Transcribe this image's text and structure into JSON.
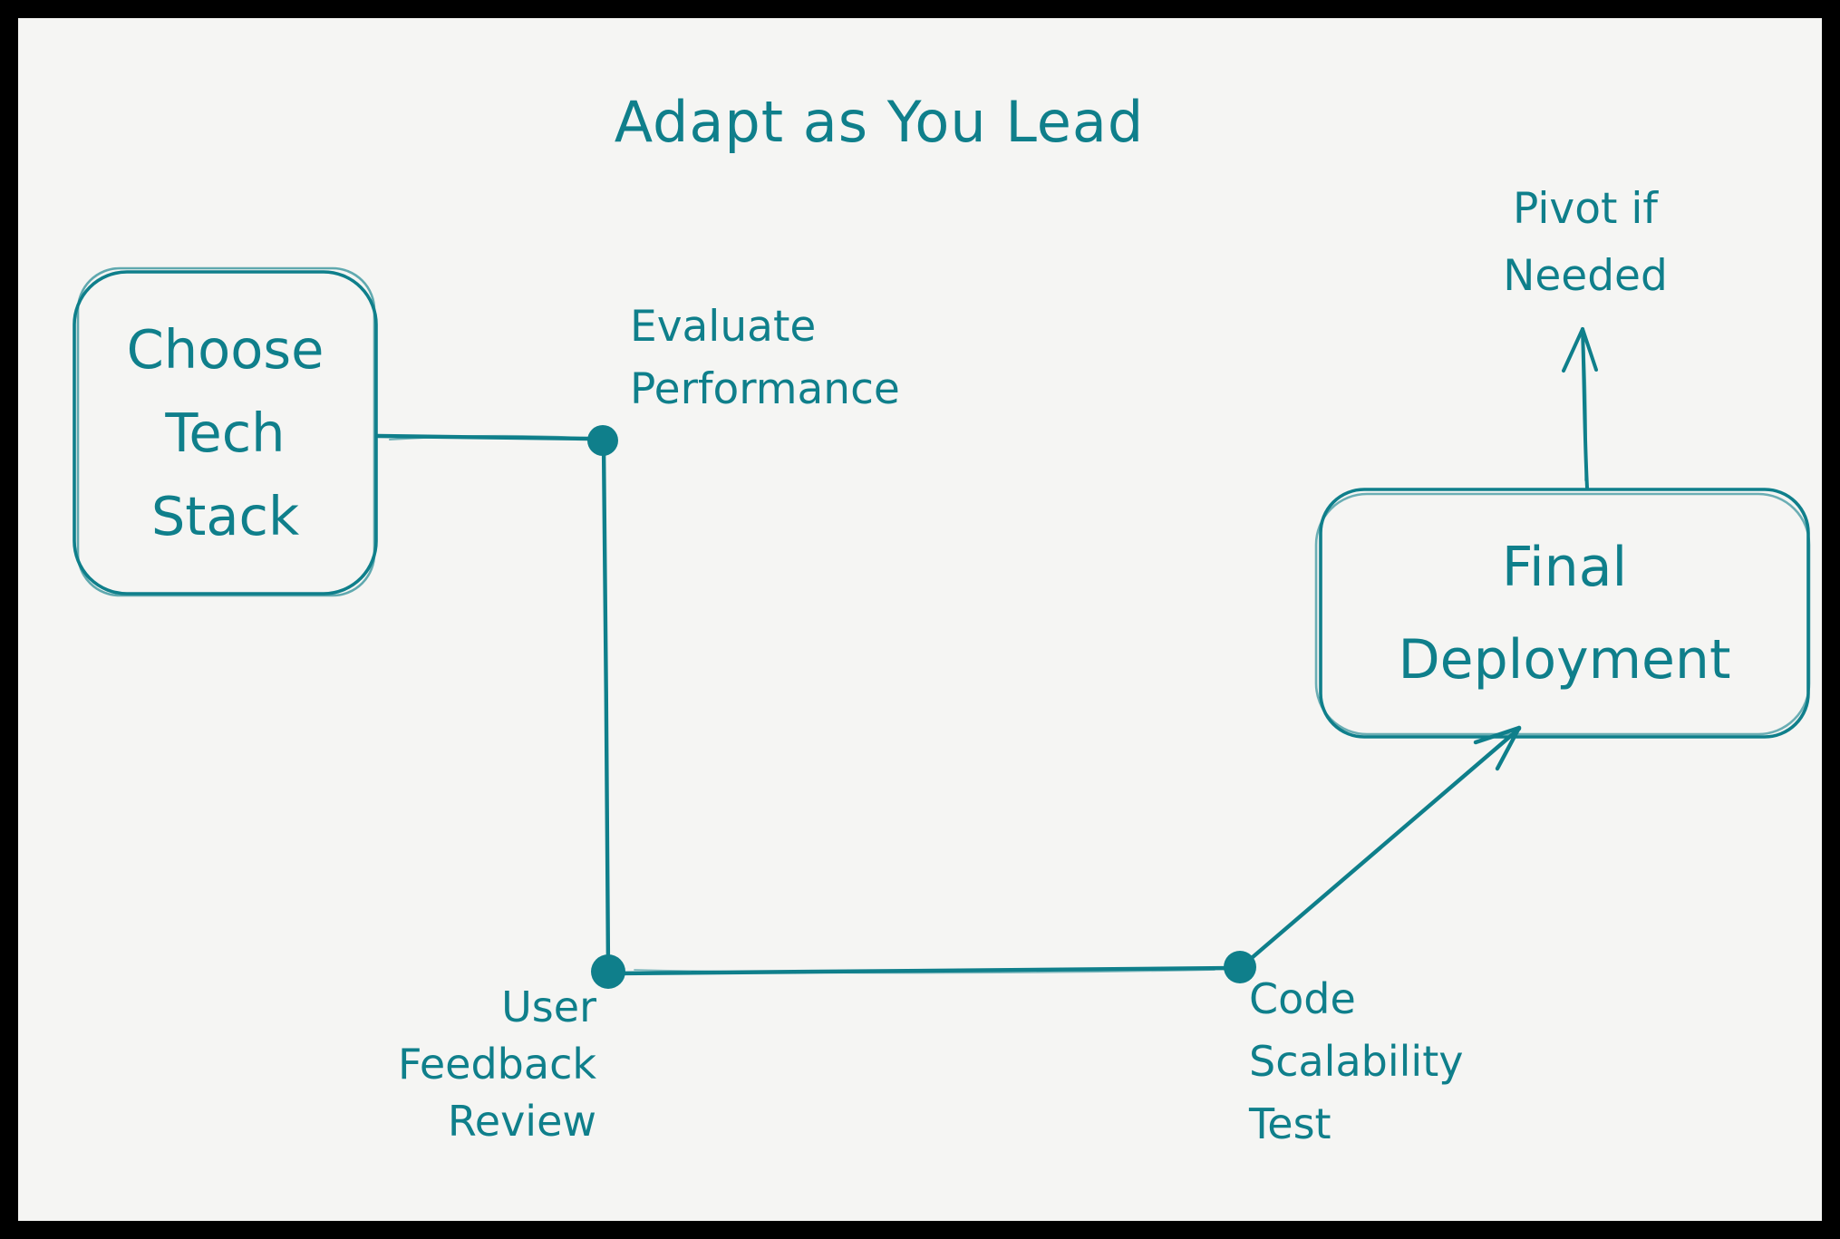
{
  "colors": {
    "ink": "#0f7f8b",
    "canvas_background": "#f5f5f3",
    "frame": "#000000"
  },
  "title": "Adapt as You Lead",
  "nodes": {
    "choose_tech_stack": {
      "label": "Choose\nTech\nStack",
      "shape": "rounded-rectangle"
    },
    "final_deployment": {
      "label": "Final\nDeployment",
      "shape": "rounded-rectangle"
    }
  },
  "labels": {
    "evaluate_performance": "Evaluate\nPerformance",
    "user_feedback_review": "User\nFeedback\nReview",
    "code_scalability_test": "Code\nScalability\nTest",
    "pivot_if_needed": "Pivot if\nNeeded"
  },
  "edges": [
    {
      "from": "Choose Tech Stack",
      "to": "Evaluate Performance",
      "type": "line"
    },
    {
      "from": "Evaluate Performance",
      "to": "User Feedback Review",
      "type": "line"
    },
    {
      "from": "User Feedback Review",
      "to": "Code Scalability Test",
      "type": "line"
    },
    {
      "from": "Code Scalability Test",
      "to": "Final Deployment",
      "type": "arrow"
    },
    {
      "from": "Final Deployment",
      "to": "Pivot if Needed",
      "type": "arrow"
    }
  ]
}
